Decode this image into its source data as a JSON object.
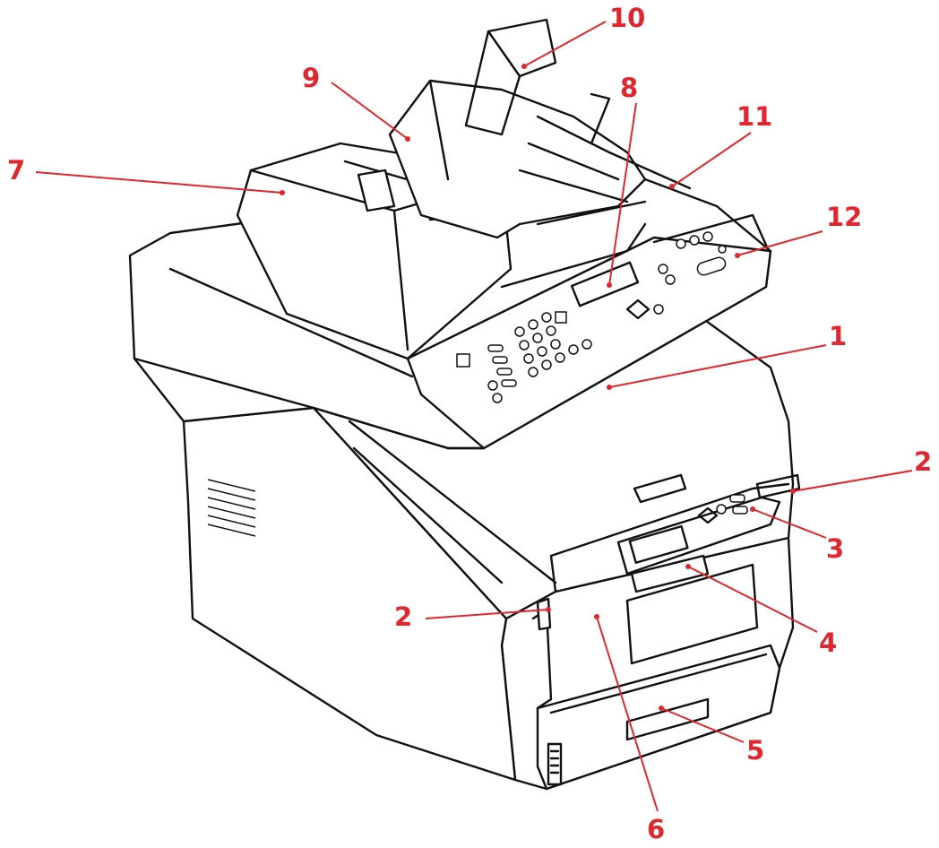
{
  "callouts": [
    {
      "id": "1",
      "label": "1"
    },
    {
      "id": "2a",
      "label": "2"
    },
    {
      "id": "2b",
      "label": "2"
    },
    {
      "id": "3",
      "label": "3"
    },
    {
      "id": "4",
      "label": "4"
    },
    {
      "id": "5",
      "label": "5"
    },
    {
      "id": "6",
      "label": "6"
    },
    {
      "id": "7",
      "label": "7"
    },
    {
      "id": "8",
      "label": "8"
    },
    {
      "id": "9",
      "label": "9"
    },
    {
      "id": "10",
      "label": "10"
    },
    {
      "id": "11",
      "label": "11"
    },
    {
      "id": "12",
      "label": "12"
    }
  ],
  "colors": {
    "callout": "#e0262f",
    "ink": "#111111",
    "background": "#ffffff"
  }
}
